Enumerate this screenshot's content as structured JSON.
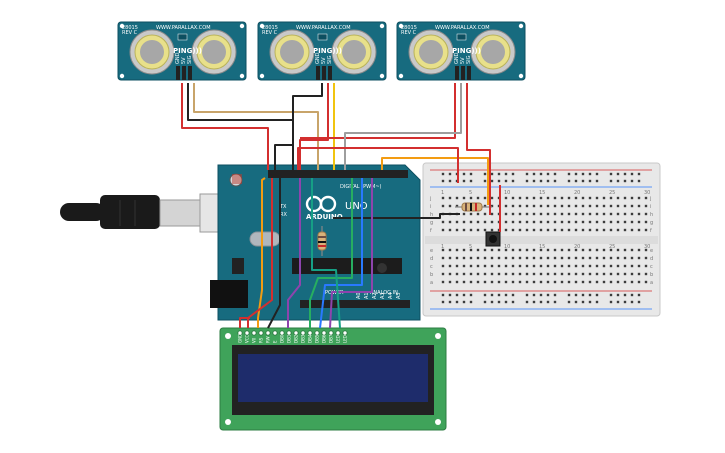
{
  "sensors": [
    {
      "model": "28015",
      "revision": "REV C",
      "site": "WWW.PARALLAX.COM",
      "name": "PING)))",
      "pins": [
        "GND",
        "5V",
        "SIG"
      ]
    },
    {
      "model": "28015",
      "revision": "REV C",
      "site": "WWW.PARALLAX.COM",
      "name": "PING)))",
      "pins": [
        "GND",
        "5V",
        "SIG"
      ]
    },
    {
      "model": "28015",
      "revision": "REV C",
      "site": "WWW.PARALLAX.COM",
      "name": "PING)))",
      "pins": [
        "GND",
        "5V",
        "SIG"
      ]
    }
  ],
  "arduino": {
    "brand": "ARDUINO",
    "model": "UNO",
    "digital_label": "DIGITAL (PWM~)",
    "power_label": "POWER",
    "analog_label": "ANALOG IN",
    "analog_pins": [
      "A0",
      "A1",
      "A2",
      "A3",
      "A4",
      "A5"
    ],
    "tx": "TX",
    "rx": "RX"
  },
  "breadboard": {
    "row_letters_top": [
      "j",
      "i",
      "h",
      "g",
      "f"
    ],
    "row_letters_bottom": [
      "e",
      "d",
      "c",
      "b",
      "a"
    ],
    "column_numbers": [
      "1",
      "5",
      "10",
      "15",
      "20",
      "25",
      "30"
    ]
  },
  "lcd": {
    "pins": [
      "GND",
      "VCC",
      "V0",
      "RS",
      "RW",
      "E",
      "DB0",
      "DB1",
      "DB2",
      "DB3",
      "DB4",
      "DB5",
      "DB6",
      "DB7",
      "LED",
      "LED"
    ]
  },
  "colors": {
    "board_teal": "#176b7f",
    "lcd_green": "#3fa35a",
    "lcd_screen": "#1e2c6b",
    "breadboard": "#e8e8e8",
    "wire_red": "#d32f2f",
    "wire_black": "#222222",
    "wire_orange": "#f39c12",
    "wire_yellow": "#f1c40f",
    "wire_grey": "#9e9e9e",
    "wire_green": "#27ae60",
    "wire_blue": "#2979ff",
    "wire_purple": "#8e44ad"
  }
}
